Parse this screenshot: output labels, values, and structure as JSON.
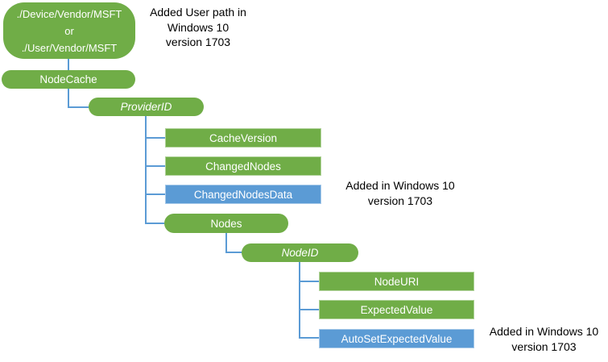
{
  "colors": {
    "background": "#FFFFFF",
    "shape_green": "#70AD47",
    "shape_blue": "#5B9BD5",
    "connector_blue": "#5B9BD5",
    "shape_text": "#FFFFFF",
    "annotation_text": "#000000"
  },
  "nodes": {
    "root": {
      "lines": [
        "./Device/Vendor/MSFT",
        "or",
        "./User/Vendor/MSFT"
      ]
    },
    "node_cache": {
      "label": "NodeCache"
    },
    "provider_id": {
      "label": "ProviderID"
    },
    "cache_version": {
      "label": "CacheVersion"
    },
    "changed_nodes": {
      "label": "ChangedNodes"
    },
    "changed_nodes_data": {
      "label": "ChangedNodesData"
    },
    "nodes": {
      "label": "Nodes"
    },
    "node_id": {
      "label": "NodeID"
    },
    "node_uri": {
      "label": "NodeURI"
    },
    "expected_value": {
      "label": "ExpectedValue"
    },
    "auto_set_expected_value": {
      "label": "AutoSetExpectedValue"
    }
  },
  "annotations": {
    "user_path": {
      "lines": [
        "Added User path in",
        "Windows 10",
        "version 1703"
      ]
    },
    "changed_nodes_data": {
      "lines": [
        "Added in Windows 10",
        "version 1703"
      ]
    },
    "auto_set_expected_value": {
      "lines": [
        "Added in Windows 10",
        "version 1703"
      ]
    }
  }
}
